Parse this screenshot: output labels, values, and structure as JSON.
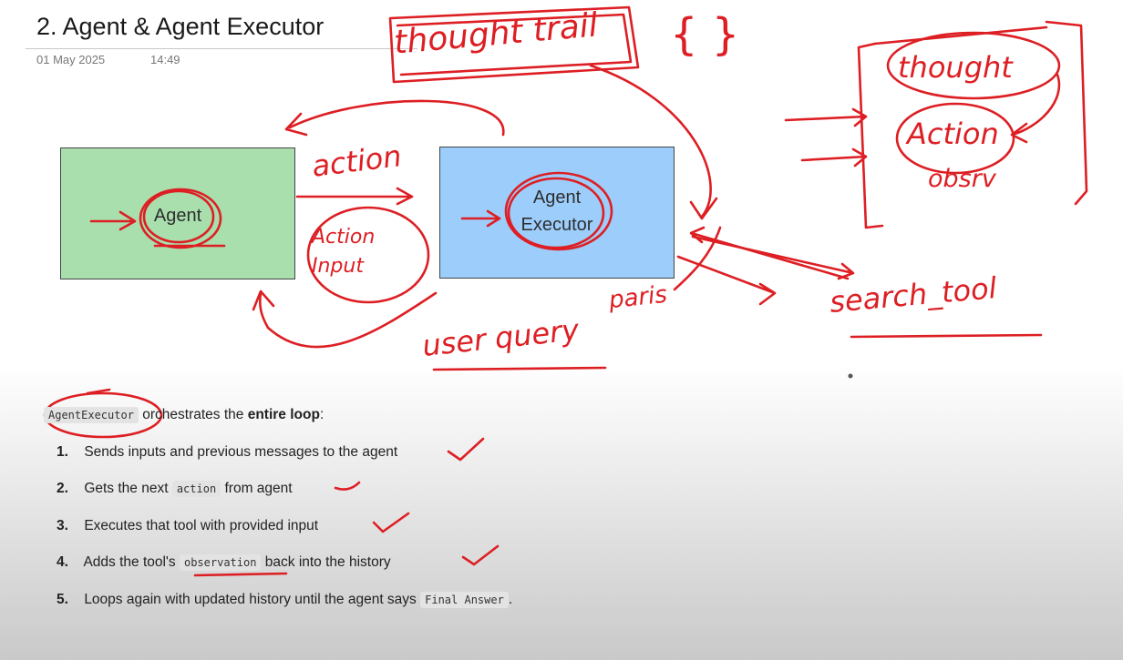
{
  "page": {
    "title": "2. Agent & Agent Executor",
    "date": "01 May 2025",
    "time": "14:49"
  },
  "diagram": {
    "agent_label": "Agent",
    "executor_label_line1": "Agent",
    "executor_label_line2": "Executor"
  },
  "annotations": {
    "thought_trail": "thought trail",
    "braces": "{ }",
    "action": "action",
    "action_input_line1": "Action",
    "action_input_line2": "Input",
    "paris": "paris",
    "user_query": "user query",
    "search_tool": "search_tool",
    "thought": "thought",
    "action2": "Action",
    "observation": "obsrv"
  },
  "notes": {
    "intro_code": "AgentExecutor",
    "intro_text": "orchestrates the",
    "intro_bold": "entire loop",
    "intro_end": ":",
    "items": [
      {
        "num": "1.",
        "before": "Sends inputs and previous messages to the agent",
        "code": "",
        "after": ""
      },
      {
        "num": "2.",
        "before": "Gets the next",
        "code": "action",
        "after": "from agent"
      },
      {
        "num": "3.",
        "before": "Executes that tool with provided input",
        "code": "",
        "after": ""
      },
      {
        "num": "4.",
        "before": "Adds the tool's",
        "code": "observation",
        "after": "back into the history"
      },
      {
        "num": "5.",
        "before": "Loops again with updated history until the agent says",
        "code": "Final Answer",
        "after": "."
      }
    ]
  },
  "colors": {
    "ink": "#dd1f24",
    "agent_box": "#a8dfad",
    "executor_box": "#9dcdfb"
  }
}
